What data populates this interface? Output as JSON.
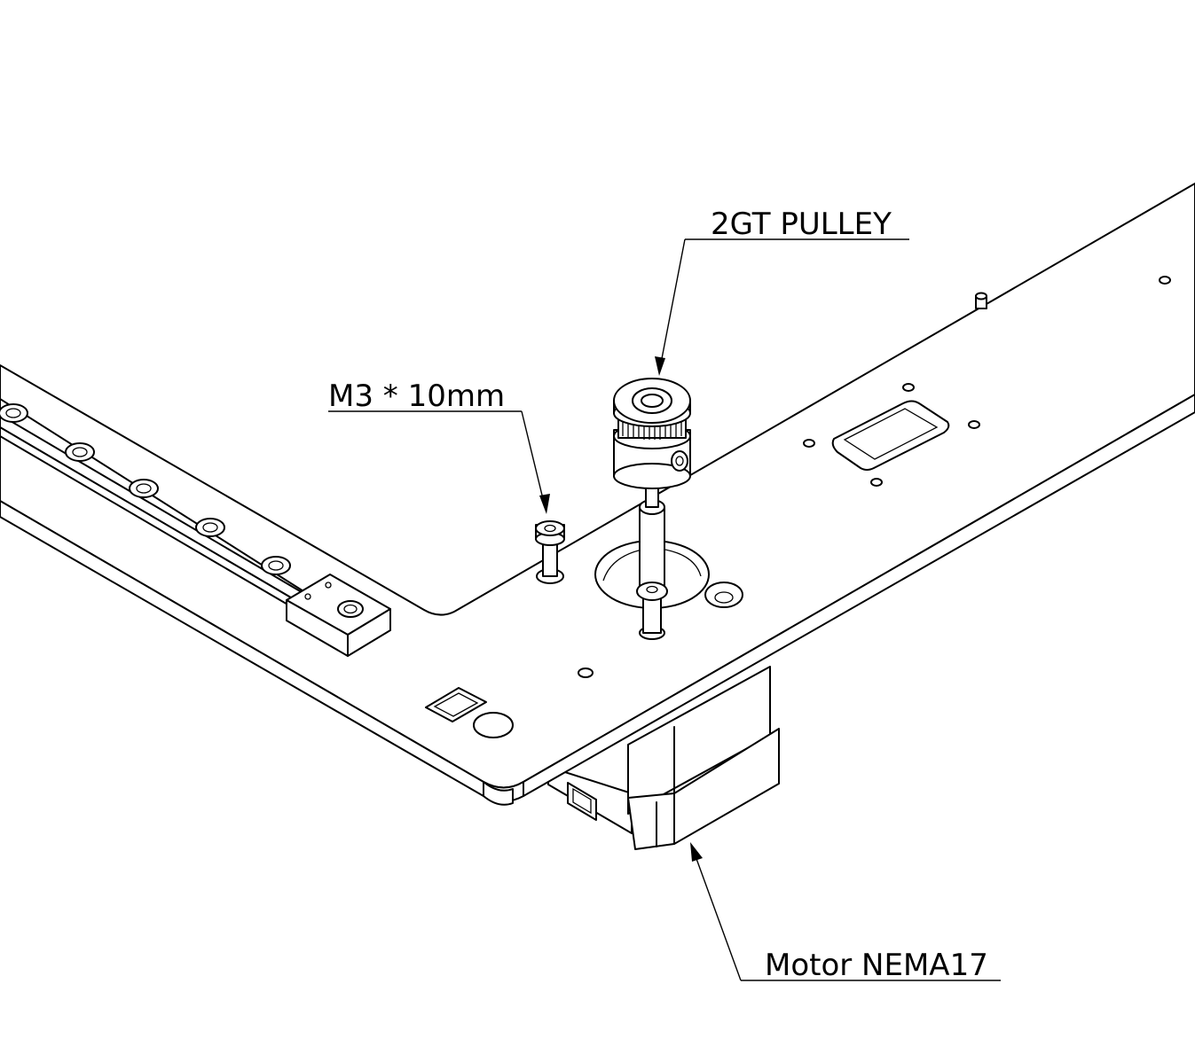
{
  "callouts": {
    "pulley": "2GT PULLEY",
    "screw": "M3 * 10mm",
    "motor": "Motor NEMA17"
  },
  "colors": {
    "line": "#000000",
    "background": "#ffffff"
  }
}
